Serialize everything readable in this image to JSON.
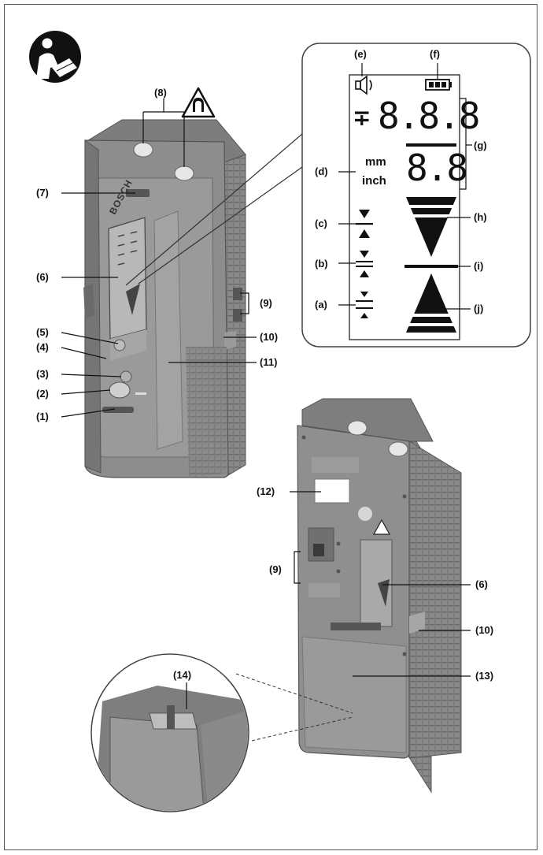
{
  "brand": "BOSCH",
  "icons": {
    "manual": "read-manual-icon",
    "magnet": "magnet-warning-icon",
    "speaker": "speaker-icon",
    "battery": "battery-icon"
  },
  "callouts": {
    "c1": "(1)",
    "c2": "(2)",
    "c3": "(3)",
    "c4": "(4)",
    "c5": "(5)",
    "c6": "(6)",
    "c7": "(7)",
    "c8": "(8)",
    "c9": "(9)",
    "c10": "(10)",
    "c11": "(11)",
    "c12": "(12)",
    "c6b": "(6)",
    "c9b": "(9)",
    "c10b": "(10)",
    "c13": "(13)",
    "c14": "(14)"
  },
  "display": {
    "labels": {
      "a": "(a)",
      "b": "(b)",
      "c": "(c)",
      "d": "(d)",
      "e": "(e)",
      "f": "(f)",
      "g": "(g)",
      "h": "(h)",
      "i": "(i)",
      "j": "(j)"
    },
    "units": {
      "mm": "mm",
      "inch": "inch"
    },
    "sign": "∓",
    "digits_top": "8.8.8",
    "digits_bottom": "8.8"
  },
  "colors": {
    "housing": "#8a8a8a",
    "housing_dark": "#6e6e6e",
    "housing_light": "#a9a9a9",
    "accent": "#111111"
  }
}
